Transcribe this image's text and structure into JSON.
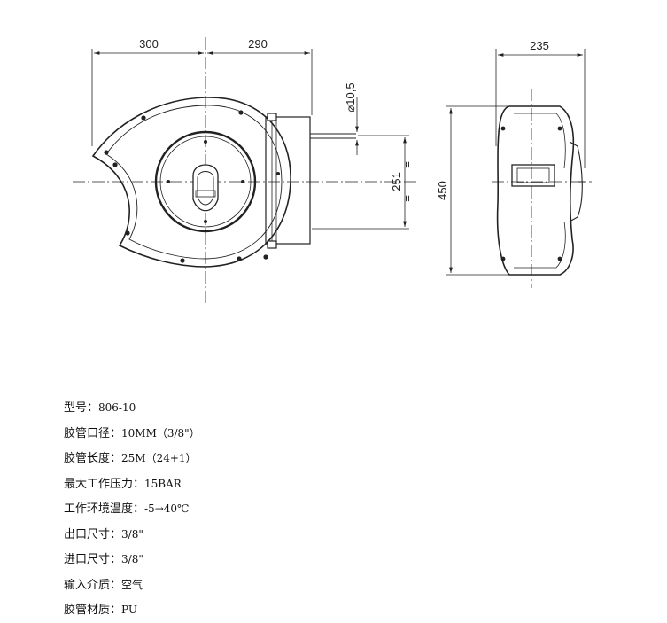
{
  "drawing": {
    "dimensions": {
      "left_width": "300",
      "right_width": "290",
      "side_width": "235",
      "outlet_diameter": "⌀10,5",
      "outlet_height": "251",
      "total_height": "450",
      "equal_mark": "="
    }
  },
  "specs": [
    {
      "label": "型号：",
      "value": "806-10"
    },
    {
      "label": "胶管口径：",
      "value": "10MM（3/8\"）"
    },
    {
      "label": "胶管长度：",
      "value": "25M（24+1）"
    },
    {
      "label": "最大工作压力：",
      "value": "15BAR"
    },
    {
      "label": "工作环境温度：",
      "value": "-5→40℃"
    },
    {
      "label": "出口尺寸：",
      "value": "3/8\""
    },
    {
      "label": "进口尺寸：",
      "value": "3/8\""
    },
    {
      "label": "输入介质：",
      "value": "空气"
    },
    {
      "label": "胶管材质：",
      "value": "PU"
    }
  ]
}
